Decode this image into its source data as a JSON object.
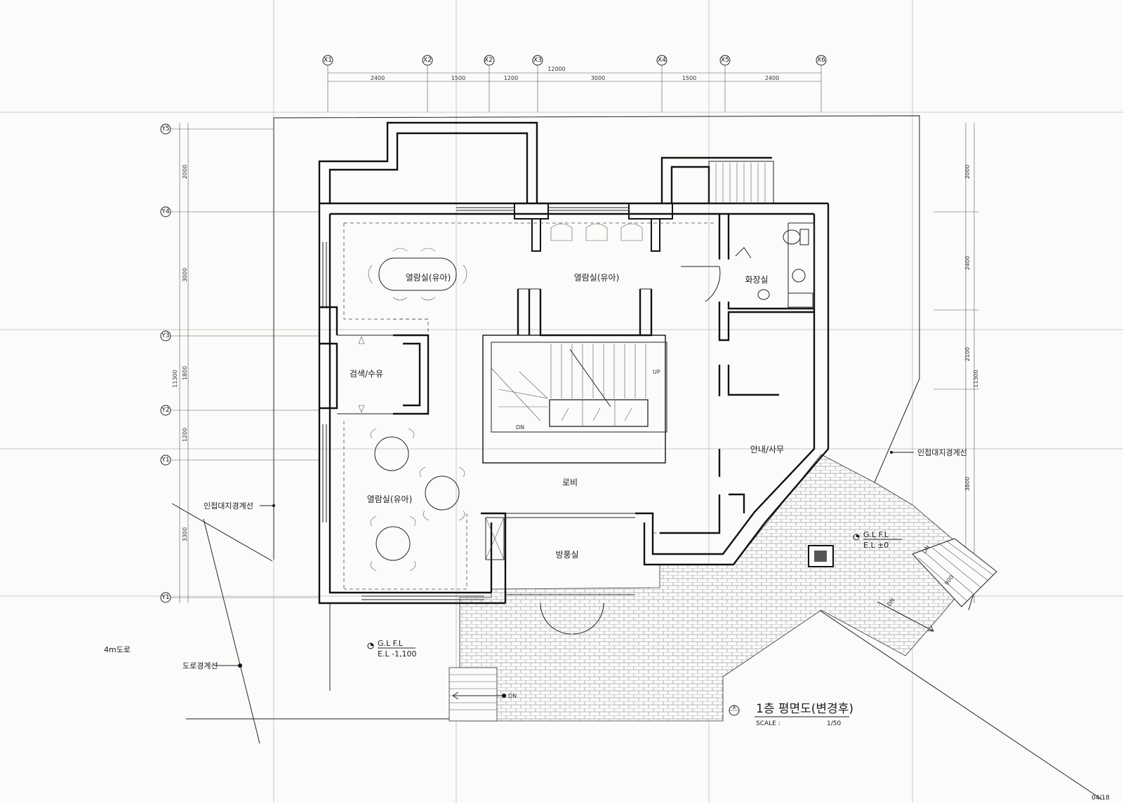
{
  "drawing": {
    "title": "1층 평면도(변경후)",
    "scale_label": "SCALE :",
    "scale_value": "1/50",
    "section_mark": "A",
    "corner_note": "04/18"
  },
  "grid": {
    "x": [
      "X1",
      "X2",
      "X2'",
      "X3",
      "X4",
      "X5",
      "X6"
    ],
    "y": [
      "Y5",
      "Y4",
      "Y3",
      "Y2",
      "Y1",
      "Y1"
    ]
  },
  "dimensions": {
    "top_total": "12000",
    "top_segments": [
      "2400",
      "1500",
      "1200",
      "3000",
      "1500",
      "2400"
    ],
    "left_total": "11300",
    "left_segments": [
      "2000",
      "3000",
      "1800",
      "1200",
      "3300"
    ],
    "right_total": "11300",
    "right_segments": [
      "2000",
      "2400",
      "2100",
      "3800"
    ]
  },
  "rooms": {
    "reading_nw": "열람실(유아)",
    "reading_n": "열람실(유아)",
    "reading_sw": "열람실(유아)",
    "search": "검색/수유",
    "restroom": "화장실",
    "office": "안내/사무",
    "lobby": "로비",
    "windbreak": "방풍실"
  },
  "notes": {
    "neighbor_boundary_left": "인접대지경계선",
    "neighbor_boundary_right": "인접대지경계선",
    "road": "4m도로",
    "road_boundary": "도로경계선"
  },
  "levels": {
    "outer_gl": "G.L F.L",
    "outer_el": "E.L -1,100",
    "deck_gl": "G.L F.L",
    "deck_el": "E.L ±0"
  },
  "stairs": {
    "up": "UP",
    "dn": "DN",
    "dn_front": "DN",
    "dn_ramp_1": "DN",
    "dn_ramp_2": "DN",
    "ramp_width": "900"
  }
}
